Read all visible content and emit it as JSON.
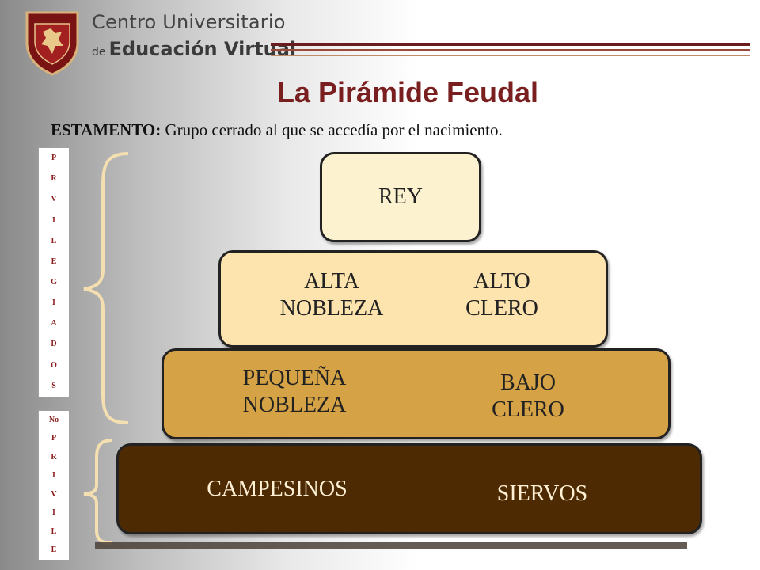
{
  "brand": {
    "line1": "Centro Universitario",
    "line2_prefix": "de",
    "line2": "Educación Virtual",
    "accent_color": "#6b1c1c"
  },
  "slide": {
    "title": "La Pirámide Feudal",
    "subtitle_bold": "ESTAMENTO:",
    "subtitle_rest": " Grupo cerrado al que se accedía por el nacimiento."
  },
  "groups": {
    "privileged_letters": [
      "P",
      "R",
      "V",
      "I",
      "L",
      "E",
      "G",
      "I",
      "A",
      "D",
      "O",
      "S"
    ],
    "nonprivileged_letters": [
      "No",
      "P",
      "R",
      "I",
      "V",
      "I",
      "L",
      "E"
    ]
  },
  "pyramid": {
    "rey": "REY",
    "alta_nobleza": [
      "ALTA",
      "NOBLEZA"
    ],
    "alto_clero": [
      "ALTO",
      "CLERO"
    ],
    "pequena_nobleza": [
      "PEQUEÑA",
      "NOBLEZA"
    ],
    "bajo_clero": [
      "BAJO",
      "CLERO"
    ],
    "campesinos": "CAMPESINOS",
    "siervos": "SIERVOS",
    "colors": {
      "rey": "#fdf2cf",
      "alta": "#fde3ad",
      "pequena": "#d5a245",
      "base": "#4e2a03"
    }
  }
}
